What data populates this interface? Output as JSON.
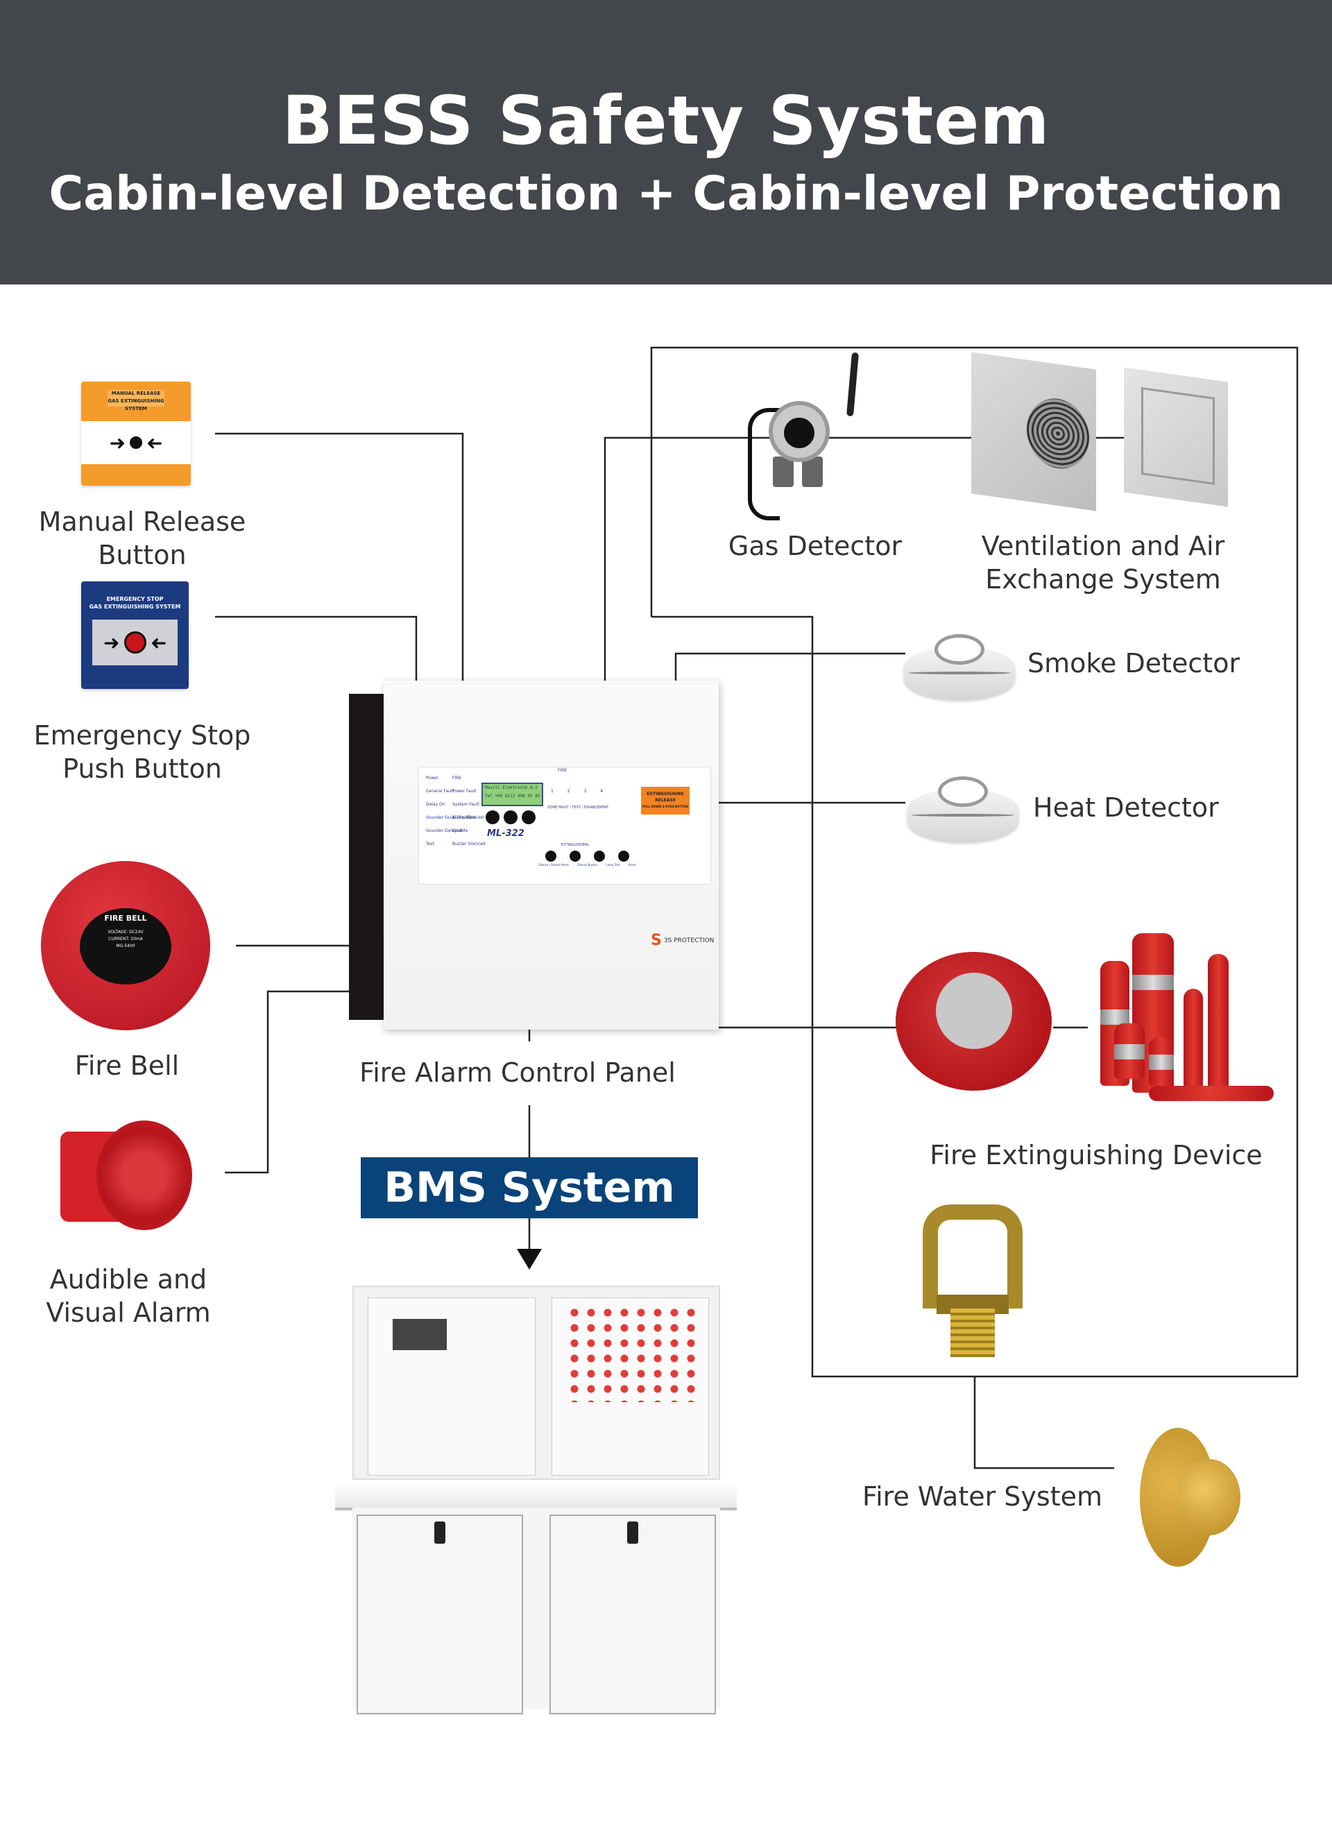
{
  "header": {
    "title": "BESS Safety System",
    "subtitle": "Cabin-level Detection + Cabin-level Protection",
    "background_color": "#43464b"
  },
  "devices": {
    "manual_release": {
      "label_line1": "Manual Release",
      "label_line2": "Button",
      "tag_line1": "MANUAL RELEASE",
      "tag_line2": "GAS EXTINGUISHING SYSTEM",
      "color": "#f39b2b"
    },
    "emergency_stop": {
      "label_line1": "Emergency Stop",
      "label_line2": "Push Button",
      "tag_line1": "EMERGENCY STOP",
      "tag_line2": "GAS EXTINGUISHING SYSTEM",
      "color": "#1c3a80"
    },
    "fire_bell": {
      "label": "Fire Bell",
      "plate_title": "FIRE BELL",
      "plate_voltage": "VOLTAGE: DC24V",
      "plate_current": "CURRENT: 20mA",
      "plate_model": "MG-5400"
    },
    "av_alarm": {
      "label_line1": "Audible and",
      "label_line2": "Visual Alarm"
    },
    "control_panel": {
      "label": "Fire Alarm Control Panel",
      "model": "ML-322",
      "lcd_line1": "Mavili Elektronik A.S",
      "lcd_line2": "Tel +90 0212 498 95 85",
      "left_leds": [
        "Power",
        "General Fault",
        "Delay On",
        "Sounder Fault/ Disabled",
        "Sounder Delayed",
        "Test"
      ],
      "right_leds": [
        "FIRE",
        "Power Fault",
        "System Fault",
        "Alarm Silenced",
        "Disable",
        "Buzzer Silenced"
      ],
      "zone_header": "FIRE",
      "zones": [
        "1",
        "2",
        "3",
        "4"
      ],
      "zone_fault_header": "ZONE FAULT / TEST / DISABLEMENT",
      "extinguishing_header": "EXTINGUISHING",
      "buttons": [
        "Silence / Sound Alarm",
        "Silence Buzzer",
        "Lamp Test",
        "Reset"
      ],
      "release_label_line1": "EXTINGUISHING",
      "release_label_line2": "RELEASE",
      "release_label_line3": "PULL DOWN & PUSH BUTTON",
      "brand": "3S PROTECTION"
    },
    "bms": {
      "label": "BMS System",
      "color": "#09437a"
    },
    "gas_detector": {
      "label": "Gas Detector"
    },
    "ventilation": {
      "label_line1": "Ventilation and Air",
      "label_line2": "Exchange System"
    },
    "smoke_detector": {
      "label": "Smoke Detector"
    },
    "heat_detector": {
      "label": "Heat Detector"
    },
    "extinguishing_device": {
      "label": "Fire Extinguishing Device"
    },
    "fire_water": {
      "label": "Fire Water System"
    }
  },
  "wire_color": "#222222"
}
